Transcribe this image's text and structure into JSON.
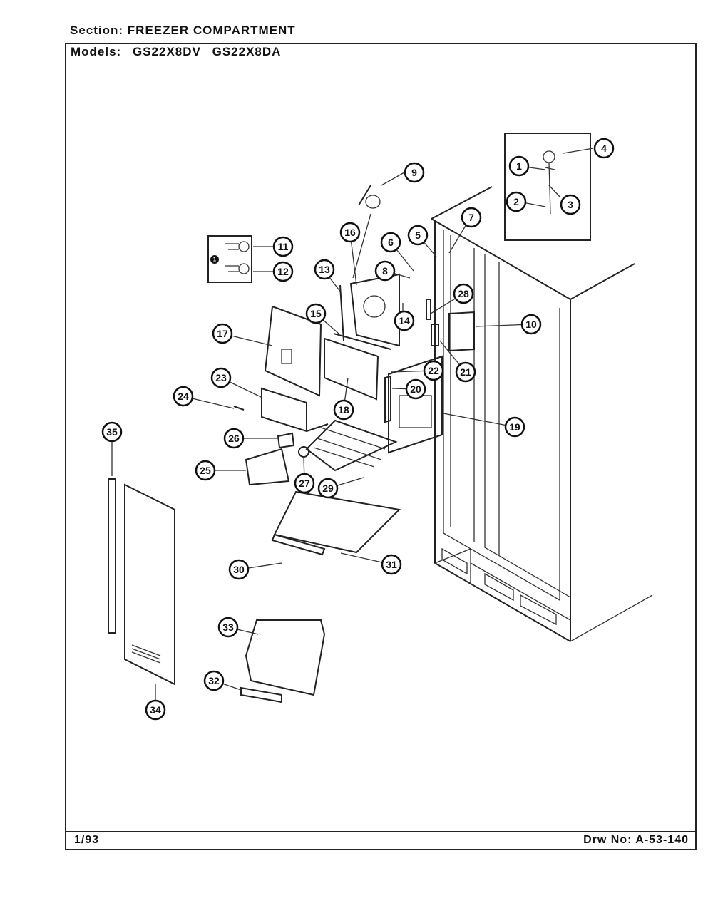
{
  "header": {
    "section_label": "Section:",
    "section_value": "FREEZER COMPARTMENT",
    "models_label": "Models:",
    "model_1": "GS22X8DV",
    "model_2": "GS22X8DA"
  },
  "footer": {
    "date": "1/93",
    "drawing_label": "Drw No:",
    "drawing_number": "A-53-140"
  },
  "callouts": [
    "1",
    "2",
    "3",
    "4",
    "5",
    "6",
    "7",
    "8",
    "9",
    "10",
    "11",
    "12",
    "13",
    "14",
    "15",
    "16",
    "17",
    "18",
    "19",
    "20",
    "21",
    "22",
    "23",
    "24",
    "25",
    "26",
    "27",
    "28",
    "29",
    "30",
    "31",
    "32",
    "33",
    "34",
    "35"
  ],
  "kit_marker": "1"
}
